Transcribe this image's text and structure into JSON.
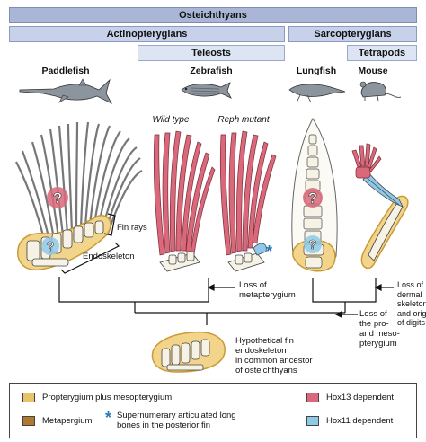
{
  "header": {
    "osteichthyans": "Osteichthyans",
    "actinopterygians": "Actinopterygians",
    "sarcopterygians": "Sarcopterygians",
    "teleosts": "Teleosts",
    "tetrapods": "Tetrapods"
  },
  "taxa": {
    "paddlefish": "Paddlefish",
    "zebrafish": "Zebrafish",
    "lungfish": "Lungfish",
    "mouse": "Mouse"
  },
  "subtitles": {
    "wild_type": "Wild type",
    "reph_mutant": "Reph mutant"
  },
  "annotations": {
    "fin_rays": "Fin rays",
    "endoskeleton": "Endoskeleton",
    "loss_meta_1": "Loss of",
    "loss_meta_2": "metapterygium",
    "loss_promeso_1": "Loss of",
    "loss_promeso_2": "the pro-",
    "loss_promeso_3": "and meso-",
    "loss_promeso_4": "pterygium",
    "loss_dermal_1": "Loss of",
    "loss_dermal_2": "dermal",
    "loss_dermal_3": "skeleton",
    "loss_dermal_4": "and origin",
    "loss_dermal_5": "of digits",
    "hypo_1": "Hypothetical fin",
    "hypo_2": "endoskeleton",
    "hypo_3": "in common ancestor",
    "hypo_4": "of osteichthyans",
    "question_mark": "?",
    "asterisk": "*"
  },
  "legend": {
    "propterygium": "Propterygium plus mesopterygium",
    "metapterygium": "Metapergium",
    "supernumerary_1": "Supernumerary articulated long",
    "supernumerary_2": "bones in the posterior fin",
    "hox13": "Hox13 dependent",
    "hox11": "Hox11 dependent"
  },
  "colors": {
    "propterygium": "#e8c36a",
    "metapterygium": "#b07a2e",
    "hox13": "#d9687a",
    "hox11": "#8ec9ea",
    "asterisk": "#2a7ab8",
    "band_top": "#aab6d6",
    "band_mid": "#c8d1ea"
  }
}
